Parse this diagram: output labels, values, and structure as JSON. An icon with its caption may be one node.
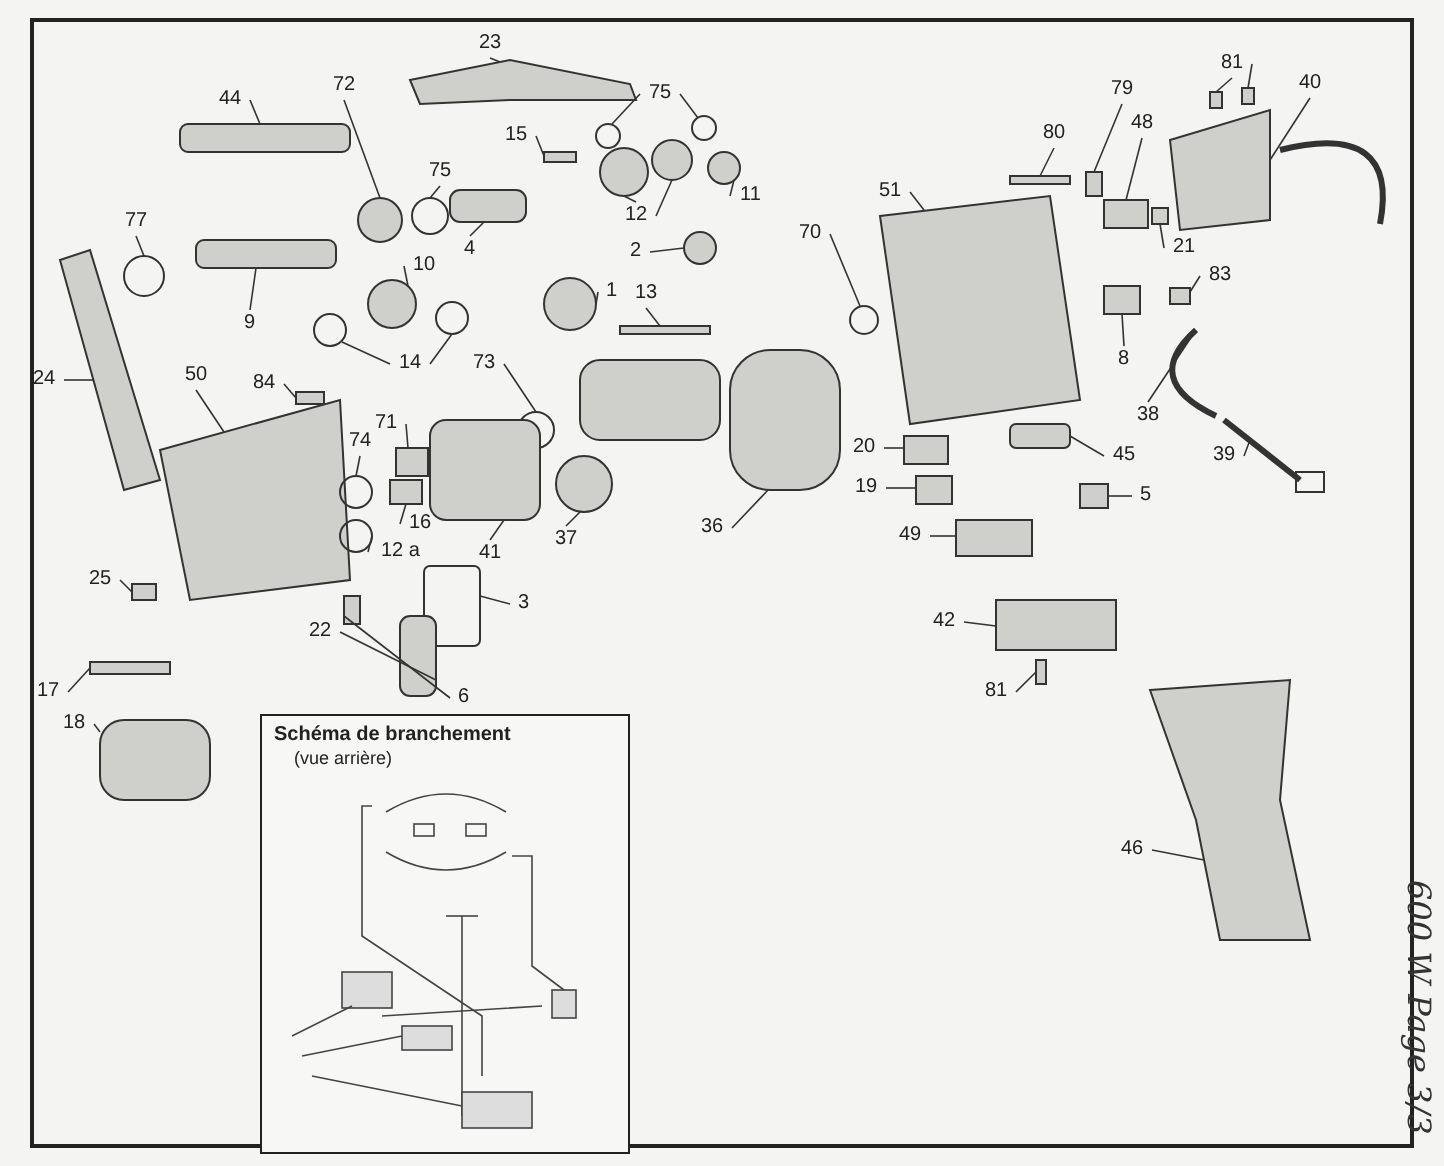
{
  "diagram": {
    "nodes": [
      {
        "text": [
          "23"
        ]
      },
      {
        "text": [
          "44"
        ]
      },
      {
        "text": [
          "72"
        ]
      },
      {
        "text": [
          "75"
        ]
      },
      {
        "text": [
          "15"
        ]
      },
      {
        "text": [
          "75"
        ]
      },
      {
        "text": [
          "12"
        ]
      },
      {
        "text": [
          "11"
        ]
      },
      {
        "text": [
          "4"
        ]
      },
      {
        "text": [
          "2"
        ]
      },
      {
        "text": [
          "77"
        ]
      },
      {
        "text": [
          "9"
        ]
      },
      {
        "text": [
          "10"
        ]
      },
      {
        "text": [
          "1"
        ]
      },
      {
        "text": [
          "13"
        ]
      },
      {
        "text": [
          "14"
        ]
      },
      {
        "text": [
          "24"
        ]
      },
      {
        "text": [
          "73"
        ]
      },
      {
        "text": [
          "50"
        ]
      },
      {
        "text": [
          "84"
        ]
      },
      {
        "text": [
          "71"
        ]
      },
      {
        "text": [
          "74"
        ]
      },
      {
        "text": [
          "16"
        ]
      },
      {
        "text": [
          "12 a"
        ]
      },
      {
        "text": [
          "41"
        ]
      },
      {
        "text": [
          "37"
        ]
      },
      {
        "text": [
          "36"
        ]
      },
      {
        "text": [
          "70"
        ]
      },
      {
        "text": [
          "51"
        ]
      },
      {
        "text": [
          "80"
        ]
      },
      {
        "text": [
          "79"
        ]
      },
      {
        "text": [
          "48"
        ]
      },
      {
        "text": [
          "81"
        ]
      },
      {
        "text": [
          "40"
        ]
      },
      {
        "text": [
          "21"
        ]
      },
      {
        "text": [
          "83"
        ]
      },
      {
        "text": [
          "8"
        ]
      },
      {
        "text": [
          "45"
        ]
      },
      {
        "text": [
          "20"
        ]
      },
      {
        "text": [
          "19"
        ]
      },
      {
        "text": [
          "5"
        ]
      },
      {
        "text": [
          "49"
        ]
      },
      {
        "text": [
          "42"
        ]
      },
      {
        "text": [
          "81"
        ]
      },
      {
        "text": [
          "38"
        ]
      },
      {
        "text": [
          "39"
        ]
      },
      {
        "text": [
          "46"
        ]
      },
      {
        "text": [
          "25"
        ]
      },
      {
        "text": [
          "3"
        ]
      },
      {
        "text": [
          "22"
        ]
      },
      {
        "text": [
          "6"
        ]
      },
      {
        "text": [
          "17"
        ]
      },
      {
        "text": [
          "18"
        ]
      },
      {
        "text": [
          "Schéma de branchement",
          "(vue arrière)"
        ]
      },
      {
        "text": [],
        "shape": "box"
      },
      {
        "text": [],
        "shape": "box"
      },
      {
        "text": [],
        "shape": "circle"
      },
      {
        "text": [],
        "shape": "circle"
      },
      {
        "text": [],
        "shape": "circle"
      },
      {
        "text": [],
        "shape": "box"
      },
      {
        "text": [],
        "shape": "circle"
      },
      {
        "text": [],
        "shape": "circle"
      },
      {
        "text": [],
        "shape": "circle"
      },
      {
        "text": [],
        "shape": "circle"
      },
      {
        "text": [],
        "shape": "box"
      },
      {
        "text": [],
        "shape": "circle"
      },
      {
        "text": [],
        "shape": "circle"
      },
      {
        "text": [],
        "shape": "box"
      },
      {
        "text": [],
        "shape": "circle"
      },
      {
        "text": [],
        "shape": "circle"
      },
      {
        "text": [],
        "shape": "box"
      },
      {
        "text": [],
        "shape": "circle"
      },
      {
        "text": [],
        "shape": "circle"
      },
      {
        "text": [],
        "shape": "box"
      },
      {
        "text": [],
        "shape": "circle"
      },
      {
        "text": [],
        "shape": "box"
      },
      {
        "text": [],
        "shape": "box"
      },
      {
        "text": [],
        "shape": "box"
      },
      {
        "text": [],
        "shape": "circle"
      },
      {
        "text": [],
        "shape": "box"
      },
      {
        "text": [],
        "shape": "circle"
      },
      {
        "text": [],
        "shape": "box"
      },
      {
        "text": [],
        "shape": "box"
      },
      {
        "text": [],
        "shape": "box"
      },
      {
        "text": [],
        "shape": "circle"
      },
      {
        "text": [],
        "shape": "box"
      },
      {
        "text": [],
        "shape": "box"
      },
      {
        "text": [],
        "shape": "box"
      },
      {
        "text": [],
        "shape": "box"
      },
      {
        "text": [],
        "shape": "box"
      },
      {
        "text": [],
        "shape": "box"
      },
      {
        "text": [],
        "shape": "box"
      },
      {
        "text": [],
        "shape": "box"
      },
      {
        "text": [],
        "shape": "box"
      },
      {
        "text": [],
        "shape": "box"
      },
      {
        "text": [],
        "shape": "box"
      },
      {
        "text": [],
        "shape": "box"
      },
      {
        "text": [],
        "shape": "box"
      },
      {
        "text": [],
        "shape": "box"
      },
      {
        "text": [],
        "shape": "box"
      },
      {
        "text": [],
        "shape": "box"
      },
      {
        "text": [],
        "shape": "box"
      },
      {
        "text": [],
        "shape": "line"
      },
      {
        "text": [],
        "shape": "line"
      },
      {
        "text": [],
        "shape": "box"
      },
      {
        "text": [],
        "shape": "box"
      },
      {
        "text": [],
        "shape": "box"
      },
      {
        "text": [],
        "shape": "box"
      },
      {
        "text": [],
        "shape": "box"
      },
      {
        "text": [],
        "shape": "box"
      },
      {
        "text": [],
        "shape": "box"
      }
    ],
    "edges": [
      {
        "from": 0,
        "to": 54,
        "arrow": "none"
      },
      {
        "from": 1,
        "to": 55,
        "arrow": "none"
      },
      {
        "from": 2,
        "to": 56,
        "arrow": "none"
      },
      {
        "from": 3,
        "to": 57,
        "arrow": "none"
      },
      {
        "from": 3,
        "to": 58,
        "arrow": "none"
      },
      {
        "from": 4,
        "to": 59,
        "arrow": "none"
      },
      {
        "from": 5,
        "to": 60,
        "arrow": "none"
      },
      {
        "from": 6,
        "to": 61,
        "arrow": "none"
      },
      {
        "from": 6,
        "to": 62,
        "arrow": "none"
      },
      {
        "from": 7,
        "to": 63,
        "arrow": "none"
      },
      {
        "from": 8,
        "to": 64,
        "arrow": "none"
      },
      {
        "from": 9,
        "to": 65,
        "arrow": "none"
      },
      {
        "from": 10,
        "to": 66,
        "arrow": "none"
      },
      {
        "from": 11,
        "to": 67,
        "arrow": "none"
      },
      {
        "from": 12,
        "to": 68,
        "arrow": "none"
      },
      {
        "from": 13,
        "to": 69,
        "arrow": "none"
      },
      {
        "from": 14,
        "to": 70,
        "arrow": "none"
      },
      {
        "from": 15,
        "to": 71,
        "arrow": "none"
      },
      {
        "from": 15,
        "to": 72,
        "arrow": "none"
      },
      {
        "from": 16,
        "to": 73,
        "arrow": "none"
      },
      {
        "from": 17,
        "to": 74,
        "arrow": "none"
      },
      {
        "from": 18,
        "to": 75,
        "arrow": "none"
      },
      {
        "from": 19,
        "to": 76,
        "arrow": "none"
      },
      {
        "from": 20,
        "to": 77,
        "arrow": "none"
      },
      {
        "from": 21,
        "to": 78,
        "arrow": "none"
      },
      {
        "from": 22,
        "to": 79,
        "arrow": "none"
      },
      {
        "from": 23,
        "to": 80,
        "arrow": "none"
      },
      {
        "from": 24,
        "to": 81,
        "arrow": "none"
      },
      {
        "from": 25,
        "to": 82,
        "arrow": "none"
      },
      {
        "from": 26,
        "to": 83,
        "arrow": "none"
      },
      {
        "from": 27,
        "to": 84,
        "arrow": "none"
      },
      {
        "from": 28,
        "to": 85,
        "arrow": "none"
      },
      {
        "from": 29,
        "to": 86,
        "arrow": "none"
      },
      {
        "from": 30,
        "to": 87,
        "arrow": "none"
      },
      {
        "from": 31,
        "to": 88,
        "arrow": "none"
      },
      {
        "from": 32,
        "to": 89,
        "arrow": "none"
      },
      {
        "from": 32,
        "to": 90,
        "arrow": "none"
      },
      {
        "from": 33,
        "to": 91,
        "arrow": "none"
      },
      {
        "from": 34,
        "to": 92,
        "arrow": "none"
      },
      {
        "from": 35,
        "to": 93,
        "arrow": "none"
      },
      {
        "from": 36,
        "to": 94,
        "arrow": "none"
      },
      {
        "from": 37,
        "to": 95,
        "arrow": "none"
      },
      {
        "from": 38,
        "to": 96,
        "arrow": "none"
      },
      {
        "from": 39,
        "to": 97,
        "arrow": "none"
      },
      {
        "from": 40,
        "to": 98,
        "arrow": "none"
      },
      {
        "from": 41,
        "to": 99,
        "arrow": "none"
      },
      {
        "from": 42,
        "to": 100,
        "arrow": "none"
      },
      {
        "from": 43,
        "to": 101,
        "arrow": "none"
      },
      {
        "from": 44,
        "to": 102,
        "arrow": "none"
      },
      {
        "from": 45,
        "to": 103,
        "arrow": "none"
      },
      {
        "from": 46,
        "to": 104,
        "arrow": "none"
      },
      {
        "from": 47,
        "to": 105,
        "arrow": "none"
      },
      {
        "from": 48,
        "to": 106,
        "arrow": "none"
      },
      {
        "from": 49,
        "to": 107,
        "arrow": "none"
      },
      {
        "from": 50,
        "to": 108,
        "arrow": "none"
      },
      {
        "from": 51,
        "to": 109,
        "arrow": "none"
      },
      {
        "from": 52,
        "to": 110,
        "arrow": "none"
      }
    ],
    "labels": [
      "600 W Page 3/3"
    ]
  }
}
